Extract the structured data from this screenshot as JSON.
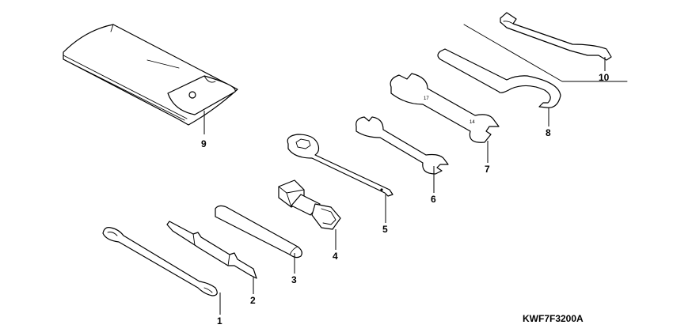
{
  "diagram": {
    "callouts": [
      "1",
      "2",
      "3",
      "4",
      "5",
      "6",
      "7",
      "8",
      "9",
      "10"
    ],
    "drawing_code": "KWF7F3200A"
  },
  "parts": [
    {
      "id": "1",
      "icon": "tool-bag-strap-icon"
    },
    {
      "id": "2",
      "icon": "screwdriver-icon"
    },
    {
      "id": "3",
      "icon": "screwdriver-grip-icon"
    },
    {
      "id": "4",
      "icon": "spark-plug-wrench-icon"
    },
    {
      "id": "5",
      "icon": "box-wrench-icon"
    },
    {
      "id": "6",
      "icon": "open-end-wrench-small-icon"
    },
    {
      "id": "7",
      "icon": "open-end-wrench-large-icon"
    },
    {
      "id": "8",
      "icon": "pin-spanner-icon"
    },
    {
      "id": "9",
      "icon": "tool-bag-icon"
    },
    {
      "id": "10",
      "icon": "hook-spanner-icon"
    }
  ]
}
